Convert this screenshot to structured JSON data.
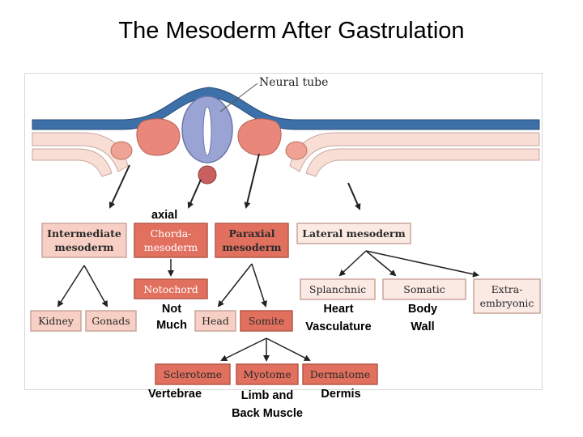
{
  "title": "The Mesoderm After Gastrulation",
  "figure": {
    "neural_tube_label": "Neural tube",
    "boxes": {
      "intermediate": [
        "Intermediate",
        "mesoderm"
      ],
      "chorda": [
        "Chorda-",
        "mesoderm"
      ],
      "paraxial": [
        "Paraxial",
        "mesoderm"
      ],
      "lateral": [
        "Lateral mesoderm"
      ],
      "notochord": [
        "Notochord"
      ],
      "kidney": [
        "Kidney"
      ],
      "gonads": [
        "Gonads"
      ],
      "head": [
        "Head"
      ],
      "somite": [
        "Somite"
      ],
      "splanchnic": [
        "Splanchnic"
      ],
      "somatic": [
        "Somatic"
      ],
      "extraembryonic": [
        "Extra-",
        "embryonic"
      ],
      "sclerotome": [
        "Sclerotome"
      ],
      "myotome": [
        "Myotome"
      ],
      "dermatome": [
        "Dermatome"
      ]
    }
  },
  "annotations": {
    "axial": "axial",
    "not_much": [
      "Not",
      "Much"
    ],
    "heart_vasculature": [
      "Heart",
      "Vasculature"
    ],
    "body_wall": [
      "Body",
      "Wall"
    ],
    "vertebrae": "Vertebrae",
    "limb_back_muscle": [
      "Limb and",
      "Back Muscle"
    ],
    "dermis": "Dermis"
  },
  "colors": {
    "ectoderm_blue": "#3d6fa8",
    "neural_tube_purple": "#9aa4d4",
    "somite_salmon": "#e8877a",
    "notochord_red": "#c95f5f",
    "lateral_pink": "#f9ded6",
    "box_dark_fill": "#e2705f",
    "box_light_fill": "#f7cfc4",
    "box_pale_fill": "#fbe9e4"
  }
}
